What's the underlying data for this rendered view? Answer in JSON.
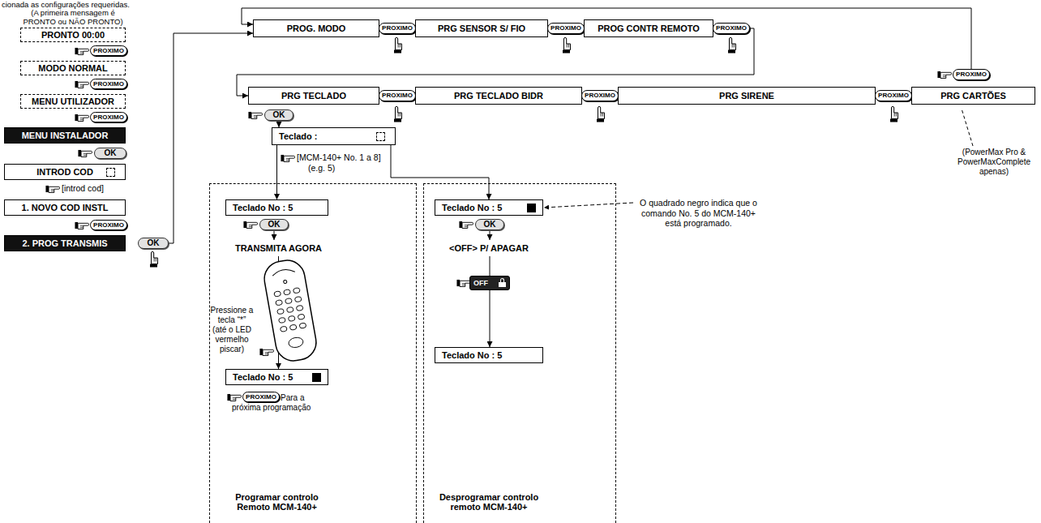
{
  "diagram": {
    "nodes": [
      {
        "text": [
          "PRONTO 00:00"
        ]
      },
      {
        "text": [
          "PROXIMO"
        ]
      },
      {
        "text": [
          "MODO NORMAL"
        ]
      },
      {
        "text": [
          "PROXIMO"
        ]
      },
      {
        "text": [
          "MENU UTILIZADOR"
        ]
      },
      {
        "text": [
          "PROXIMO"
        ]
      },
      {
        "text": [
          "MENU INSTALADOR"
        ]
      },
      {
        "text": [
          "OK"
        ]
      },
      {
        "text": [
          "INTROD COD"
        ]
      },
      {
        "text": [
          "1. NOVO COD INSTL"
        ]
      },
      {
        "text": [
          "PROXIMO"
        ]
      },
      {
        "text": [
          "2. PROG TRANSMIS"
        ]
      },
      {
        "text": [
          "OK"
        ]
      },
      {
        "text": [
          "PROG. MODO"
        ]
      },
      {
        "text": [
          "PROXIMO"
        ]
      },
      {
        "text": [
          "PRG SENSOR S/ FIO"
        ]
      },
      {
        "text": [
          "PROXIMO"
        ]
      },
      {
        "text": [
          "PROG CONTR REMOTO"
        ]
      },
      {
        "text": [
          "PROXIMO"
        ]
      },
      {
        "text": [
          "PRG TECLADO"
        ]
      },
      {
        "text": [
          "PROXIMO"
        ]
      },
      {
        "text": [
          "PRG TECLADO BIDR"
        ]
      },
      {
        "text": [
          "PROXIMO"
        ]
      },
      {
        "text": [
          "PRG SIRENE"
        ]
      },
      {
        "text": [
          "PROXIMO"
        ]
      },
      {
        "text": [
          "PROXIMO"
        ]
      },
      {
        "text": [
          "PRG CARTÕES"
        ]
      },
      {
        "text": [
          "OK"
        ]
      },
      {
        "text": [
          "Teclado :"
        ]
      },
      {
        "text": [
          "Programar controlo Remoto MCM-140+"
        ]
      },
      {
        "text": [
          "Teclado No : 5"
        ],
        "in": 29
      },
      {
        "text": [
          "OK"
        ],
        "in": 29
      },
      {
        "text": [
          "TRANSMITA AGORA"
        ],
        "in": 29
      },
      {
        "text": [
          "Teclado No : 5"
        ],
        "in": 29
      },
      {
        "text": [
          "PROXIMO"
        ],
        "in": 29
      },
      {
        "text": [
          "Desprogramar controlo remoto MCM-140+"
        ]
      },
      {
        "text": [
          "Teclado No : 5"
        ],
        "in": 35
      },
      {
        "text": [
          "OK"
        ],
        "in": 35
      },
      {
        "text": [
          "<OFF> P/ APAGAR"
        ],
        "in": 35
      },
      {
        "text": [
          "OFF"
        ],
        "in": 35
      },
      {
        "text": [
          "Teclado No : 5"
        ],
        "in": 35
      }
    ],
    "edges": [
      {
        "from": 12,
        "to": 13,
        "arrow": "to"
      },
      {
        "from": 18,
        "to": 19,
        "arrow": "to"
      },
      {
        "from": 25,
        "to": 13,
        "arrow": "to"
      },
      {
        "from": 27,
        "to": 28,
        "arrow": "to"
      },
      {
        "from": 28,
        "to": 30,
        "arrow": "to"
      },
      {
        "from": 28,
        "to": 36,
        "arrow": "to"
      },
      {
        "from": 31,
        "to": 32,
        "arrow": "to"
      },
      {
        "from": 32,
        "to": 33,
        "arrow": "to"
      },
      {
        "from": 37,
        "to": 38,
        "arrow": "to"
      },
      {
        "from": 38,
        "to": 39,
        "arrow": "none"
      },
      {
        "from": 39,
        "to": 40,
        "arrow": "to"
      }
    ],
    "labels": [
      "cionada as configurações requeridas.",
      "(A primeira mensagem é PRONTO ou NÃO PRONTO)",
      "[introd cod]",
      "[MCM-140+ No. 1 a 8]",
      "(e.g. 5)",
      "Pressione a tecla “*” (até o LED vermelho piscar)",
      "Para a próxima programação",
      "O quadrado negro indica que o comando No. 5 do MCM-140+ está programado.",
      "(PowerMax Pro & PowerMaxComplete apenas)"
    ]
  }
}
